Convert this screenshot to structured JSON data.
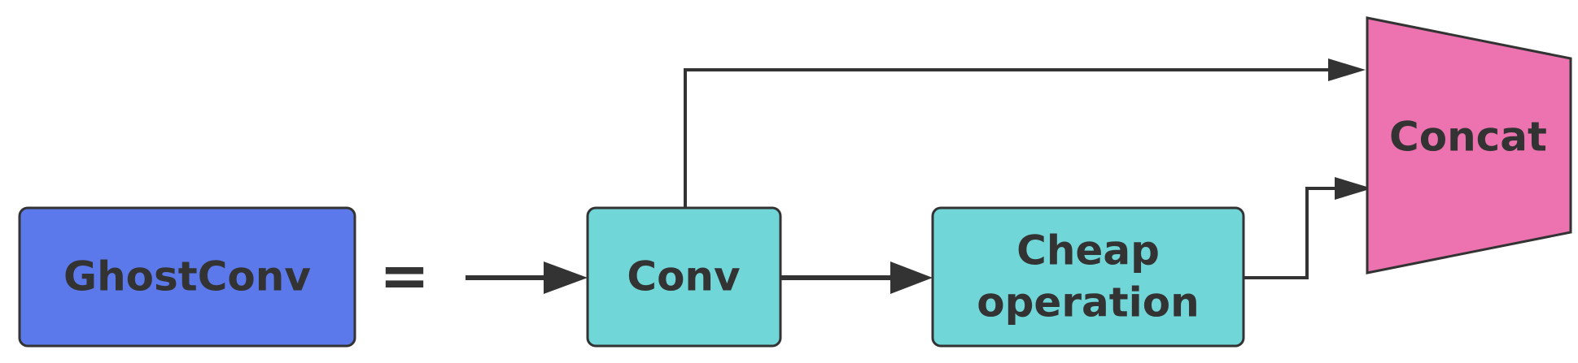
{
  "diagram": {
    "ghostconv_label": "GhostConv",
    "equals_sign": "=",
    "conv_label": "Conv",
    "cheap_line1": "Cheap",
    "cheap_line2": "operation",
    "concat_label": "Concat"
  },
  "colors": {
    "ghostconv_fill": "#5B79EB",
    "conv_fill": "#70D6D8",
    "cheap_fill": "#70D6D8",
    "concat_fill": "#EC73B0",
    "stroke": "#333333",
    "text": "#333333"
  }
}
